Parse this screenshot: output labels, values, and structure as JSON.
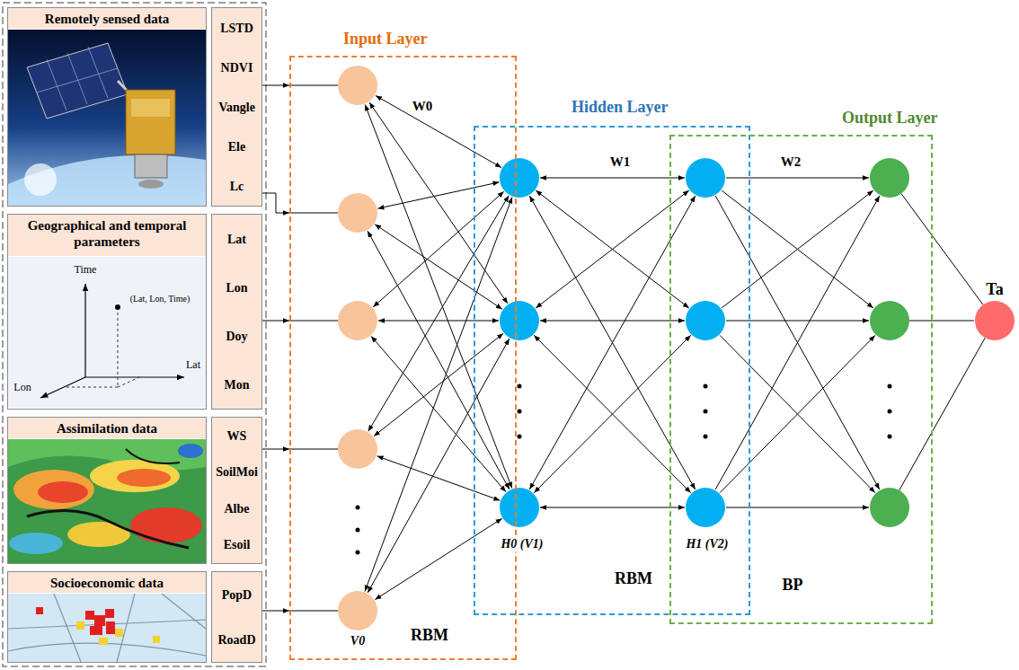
{
  "diagram": {
    "nodes": [
      {
        "text": [
          "Remotely sensed data"
        ]
      },
      {
        "text": [
          "LSTD",
          "NDVI",
          "Vangle",
          "Ele",
          "Lc"
        ]
      },
      {
        "text": [
          "Geographical and temporal parameters"
        ]
      },
      {
        "text": [
          "Lat",
          "Lon",
          "Doy",
          "Mon"
        ]
      },
      {
        "text": [
          "Assimilation data"
        ]
      },
      {
        "text": [
          "WS",
          "SoilMoi",
          "Albe",
          "Esoil"
        ]
      },
      {
        "text": [
          "Socioeconomic data"
        ]
      },
      {
        "text": [
          "PopD",
          "RoadD"
        ]
      },
      {
        "text": [
          "Input Layer"
        ]
      },
      {
        "text": [
          "Hidden Layer"
        ]
      },
      {
        "text": [
          "Output Layer"
        ]
      },
      {
        "text": [
          "Ta"
        ]
      }
    ],
    "edges": [
      {
        "from": 1,
        "to": 8,
        "arrow": "to"
      },
      {
        "from": 1,
        "to": 8,
        "arrow": "to"
      },
      {
        "from": 3,
        "to": 8,
        "arrow": "to"
      },
      {
        "from": 5,
        "to": 8,
        "arrow": "to"
      },
      {
        "from": 7,
        "to": 8,
        "arrow": "to"
      },
      {
        "from": 10,
        "to": 11,
        "arrow": "none"
      }
    ],
    "labels": [
      "W0",
      "W1",
      "W2",
      "H0 (V1)",
      "H1 (V2)",
      "V0",
      "RBM",
      "RBM",
      "BP",
      "Time",
      "(Lat, Lon, Time)",
      "Lat",
      "Lon"
    ]
  }
}
